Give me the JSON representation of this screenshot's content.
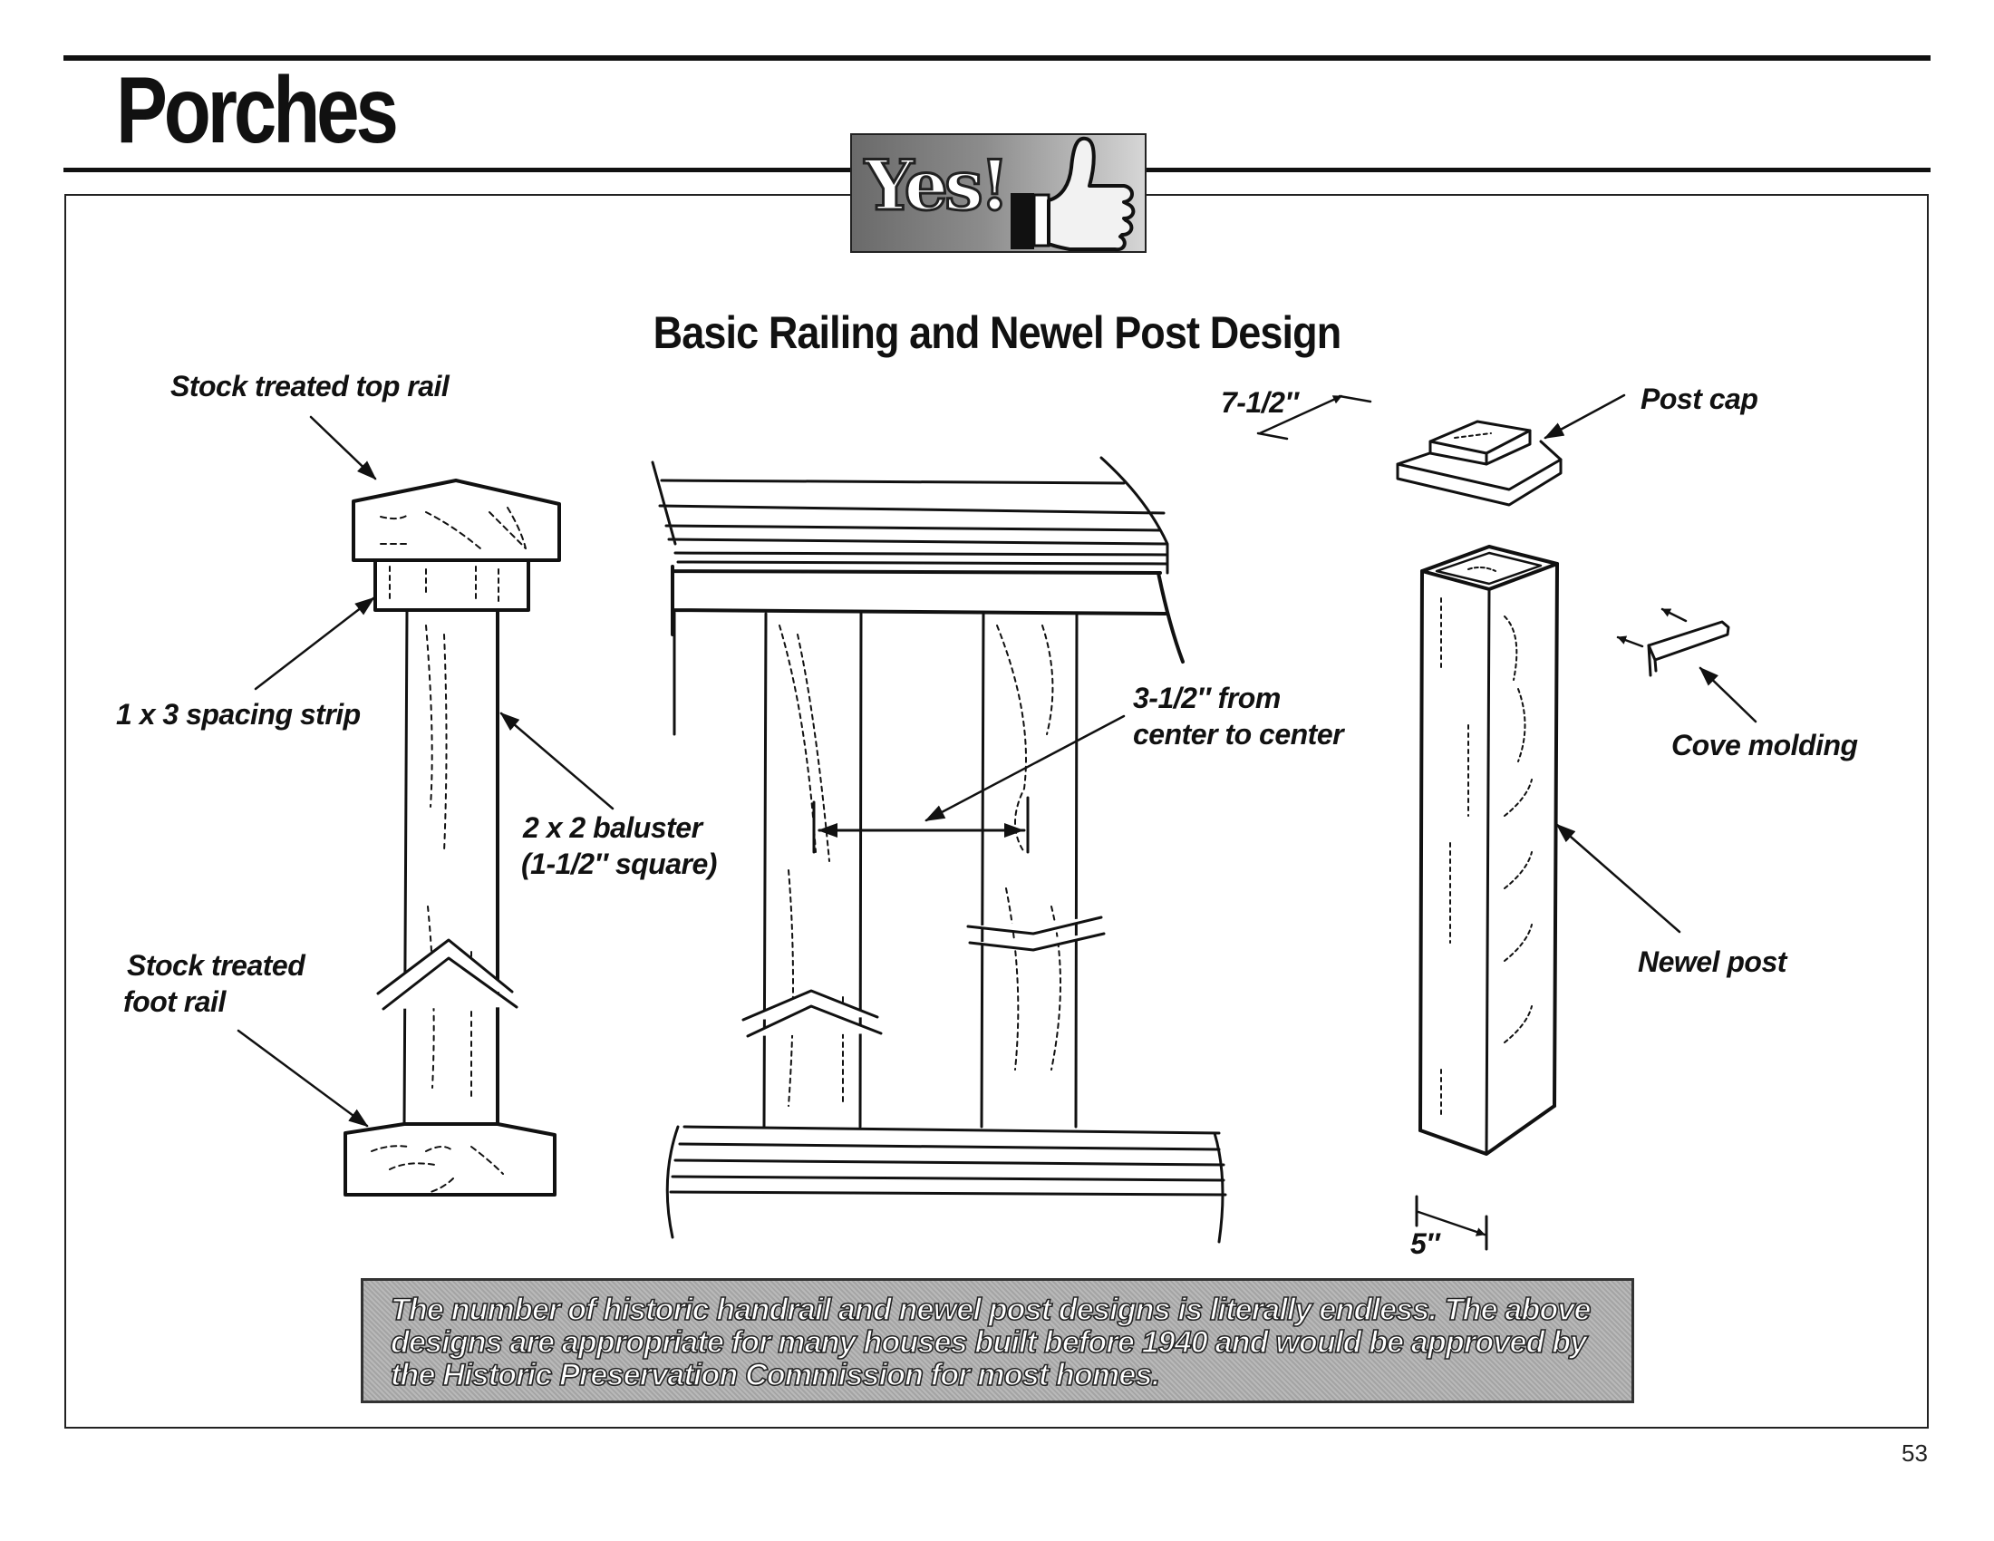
{
  "page": {
    "section_title": "Porches",
    "badge_label": "Yes!",
    "page_number": "53"
  },
  "diagram": {
    "title": "Basic Railing and Newel Post Design",
    "labels": {
      "top_rail": "Stock treated top rail",
      "spacing_strip": "1 x 3 spacing strip",
      "baluster_line1": "2 x 2 baluster",
      "baluster_line2": "(1-1/2″ square)",
      "foot_rail_line1": "Stock treated",
      "foot_rail_line2": "foot rail",
      "spacing_line1": "3-1/2″ from",
      "spacing_line2": "center to center",
      "cap_width": "7-1/2″",
      "post_cap": "Post cap",
      "cove_molding": "Cove molding",
      "newel_post": "Newel post",
      "post_width": "5″"
    }
  },
  "caption": {
    "text": "The number of historic handrail and newel post designs is literally endless. The above designs are appropriate for many houses built before 1940 and would be approved by the Historic Preservation Commission for most homes."
  },
  "icons": {
    "badge_icon": "thumbs-up-icon"
  }
}
